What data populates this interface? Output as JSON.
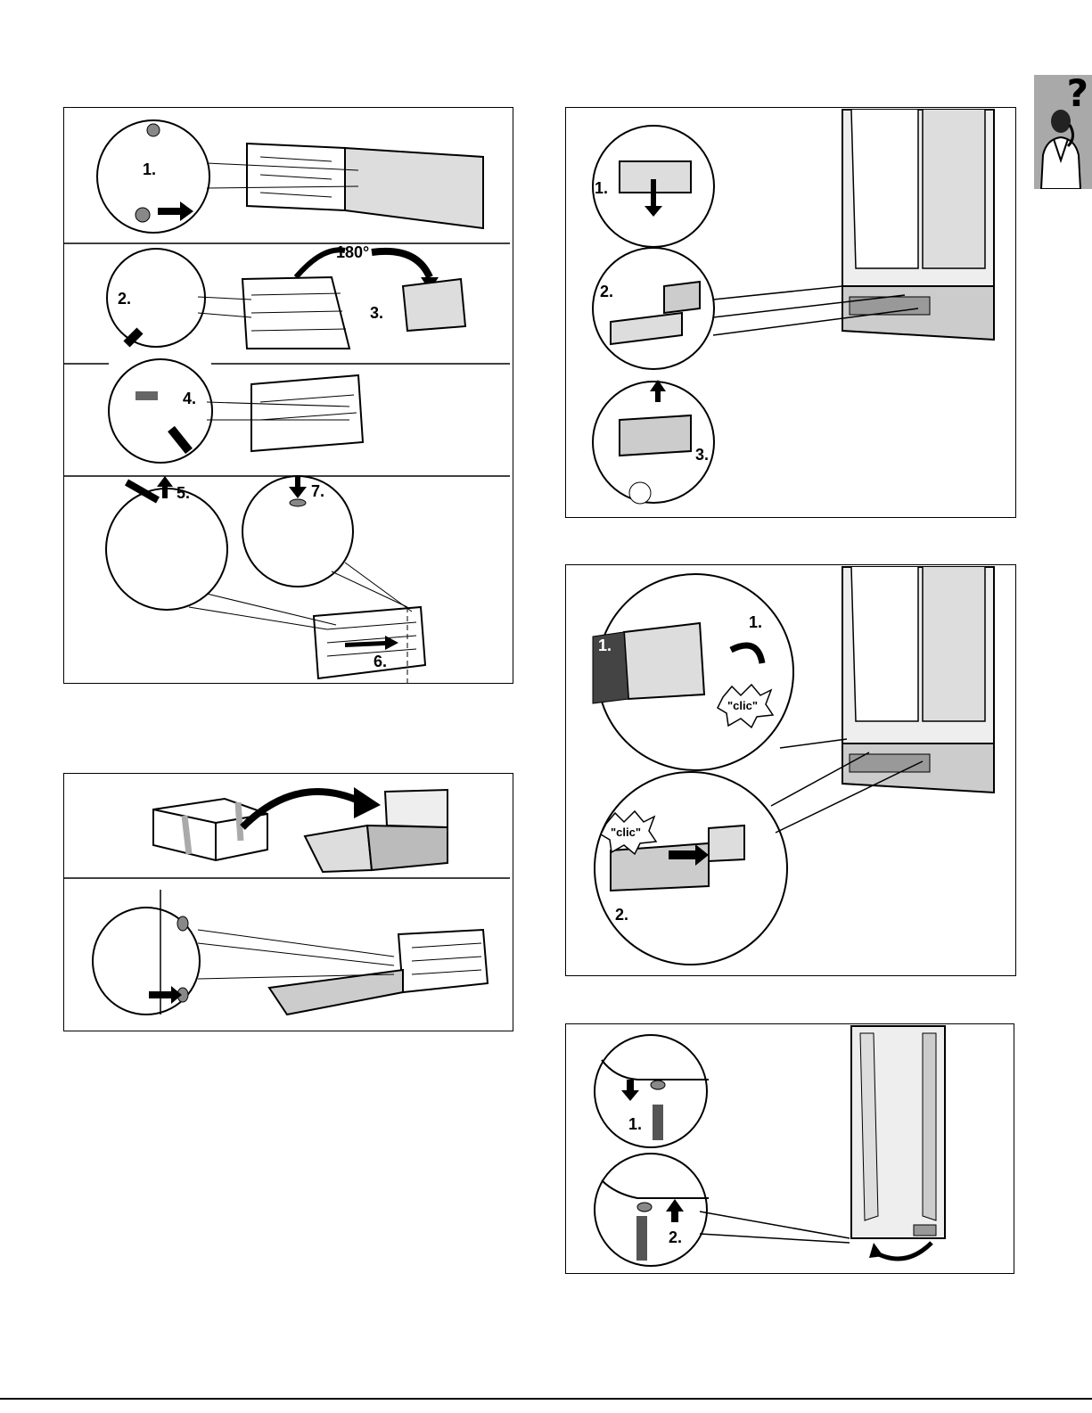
{
  "sidebar_tab": {
    "symbol": "?"
  },
  "panels": {
    "panel_a": {
      "steps": [
        "1.",
        "2.",
        "3.",
        "4.",
        "5.",
        "6.",
        "7."
      ],
      "angle": "180°"
    },
    "panel_c": {
      "steps": [
        "1.",
        "2.",
        "3."
      ]
    },
    "panel_d": {
      "steps": [
        "1.",
        "1.",
        "2."
      ],
      "sound": [
        "\"clic\"",
        "\"clic\""
      ]
    },
    "panel_e": {
      "steps": [
        "1.",
        "2."
      ]
    }
  }
}
